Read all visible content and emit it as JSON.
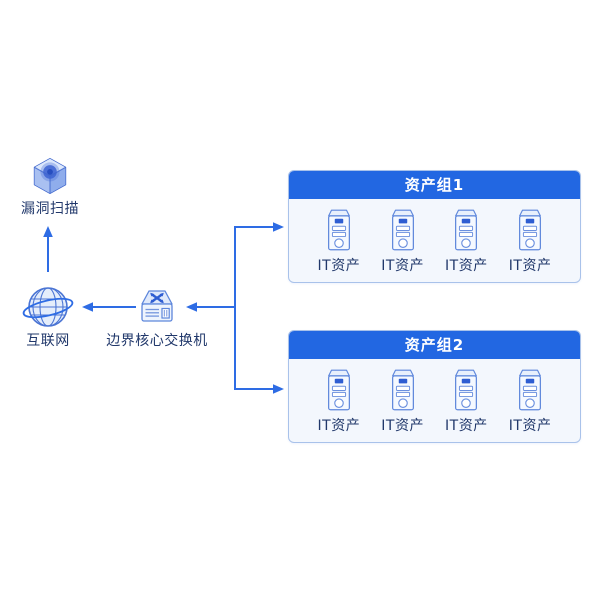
{
  "colors": {
    "accent": "#2e6ce4",
    "header_bg": "#2267e2",
    "header_text": "#ffffff",
    "box_bg": "#f3f7fd",
    "box_border": "#a9c2ea",
    "label_text": "#21386b"
  },
  "nodes": {
    "scanner": {
      "label": "漏洞扫描",
      "icon": "vulnerability-scanner-cube-icon"
    },
    "internet": {
      "label": "互联网",
      "icon": "internet-globe-icon"
    },
    "switch": {
      "label": "边界核心交换机",
      "icon": "core-switch-icon"
    }
  },
  "groups": [
    {
      "title": "资产组1",
      "assets": [
        {
          "label": "IT资产"
        },
        {
          "label": "IT资产"
        },
        {
          "label": "IT资产"
        },
        {
          "label": "IT资产"
        }
      ]
    },
    {
      "title": "资产组2",
      "assets": [
        {
          "label": "IT资产"
        },
        {
          "label": "IT资产"
        },
        {
          "label": "IT资产"
        },
        {
          "label": "IT资产"
        }
      ]
    }
  ]
}
